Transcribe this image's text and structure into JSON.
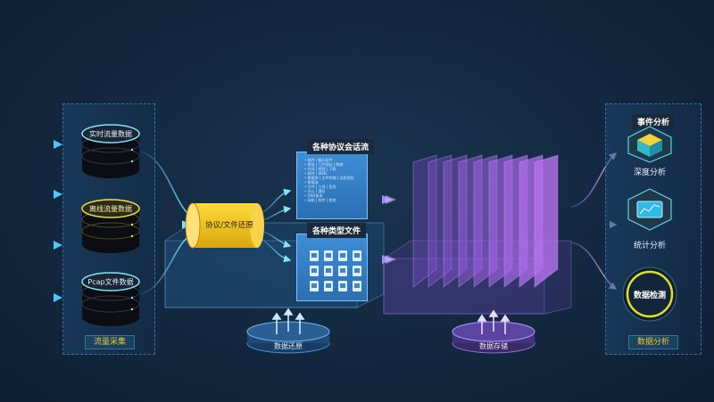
{
  "left_panel": {
    "label": "流量采集",
    "items": [
      {
        "label": "实时流量数据",
        "accent": "#7fe6ff"
      },
      {
        "label": "离线流量数据",
        "accent": "#f2e24a"
      },
      {
        "label": "Pcap文件数据",
        "accent": "#7fe6ff"
      }
    ]
  },
  "restore_cylinder": {
    "label": "协议/文件还原",
    "color": "#f5cb1f"
  },
  "protocol_box": {
    "title": "各种协议会话流",
    "lines": [
      "•  邮件 | 聊天软件",
      "•  登录 | 门户网站 | 购物",
      "•  在线 | 视频 | 下载",
      "•  邮件 | WEB",
      "•  数据库 | 文件传输 | 远程控制",
      "•  数据流",
      "•  文件 | 工具 | 信息",
      "•  办公 | 通讯",
      "•  DNS查询",
      "•  网络 | 软件 | 其他"
    ]
  },
  "file_box": {
    "title": "各种类型文件"
  },
  "restore_platform": {
    "label": "数据还原"
  },
  "storage_platform": {
    "label": "数据存储"
  },
  "right_panel": {
    "label": "数据分析",
    "items": [
      {
        "label": "事件分析"
      },
      {
        "label": "深度分析"
      },
      {
        "label": "统计分析"
      },
      {
        "label": "数据检测"
      }
    ]
  },
  "colors": {
    "cyan": "#49c8ff",
    "yellow": "#f5cb1f",
    "purple": "#9b6bff",
    "panel_text": "#f2c230"
  }
}
